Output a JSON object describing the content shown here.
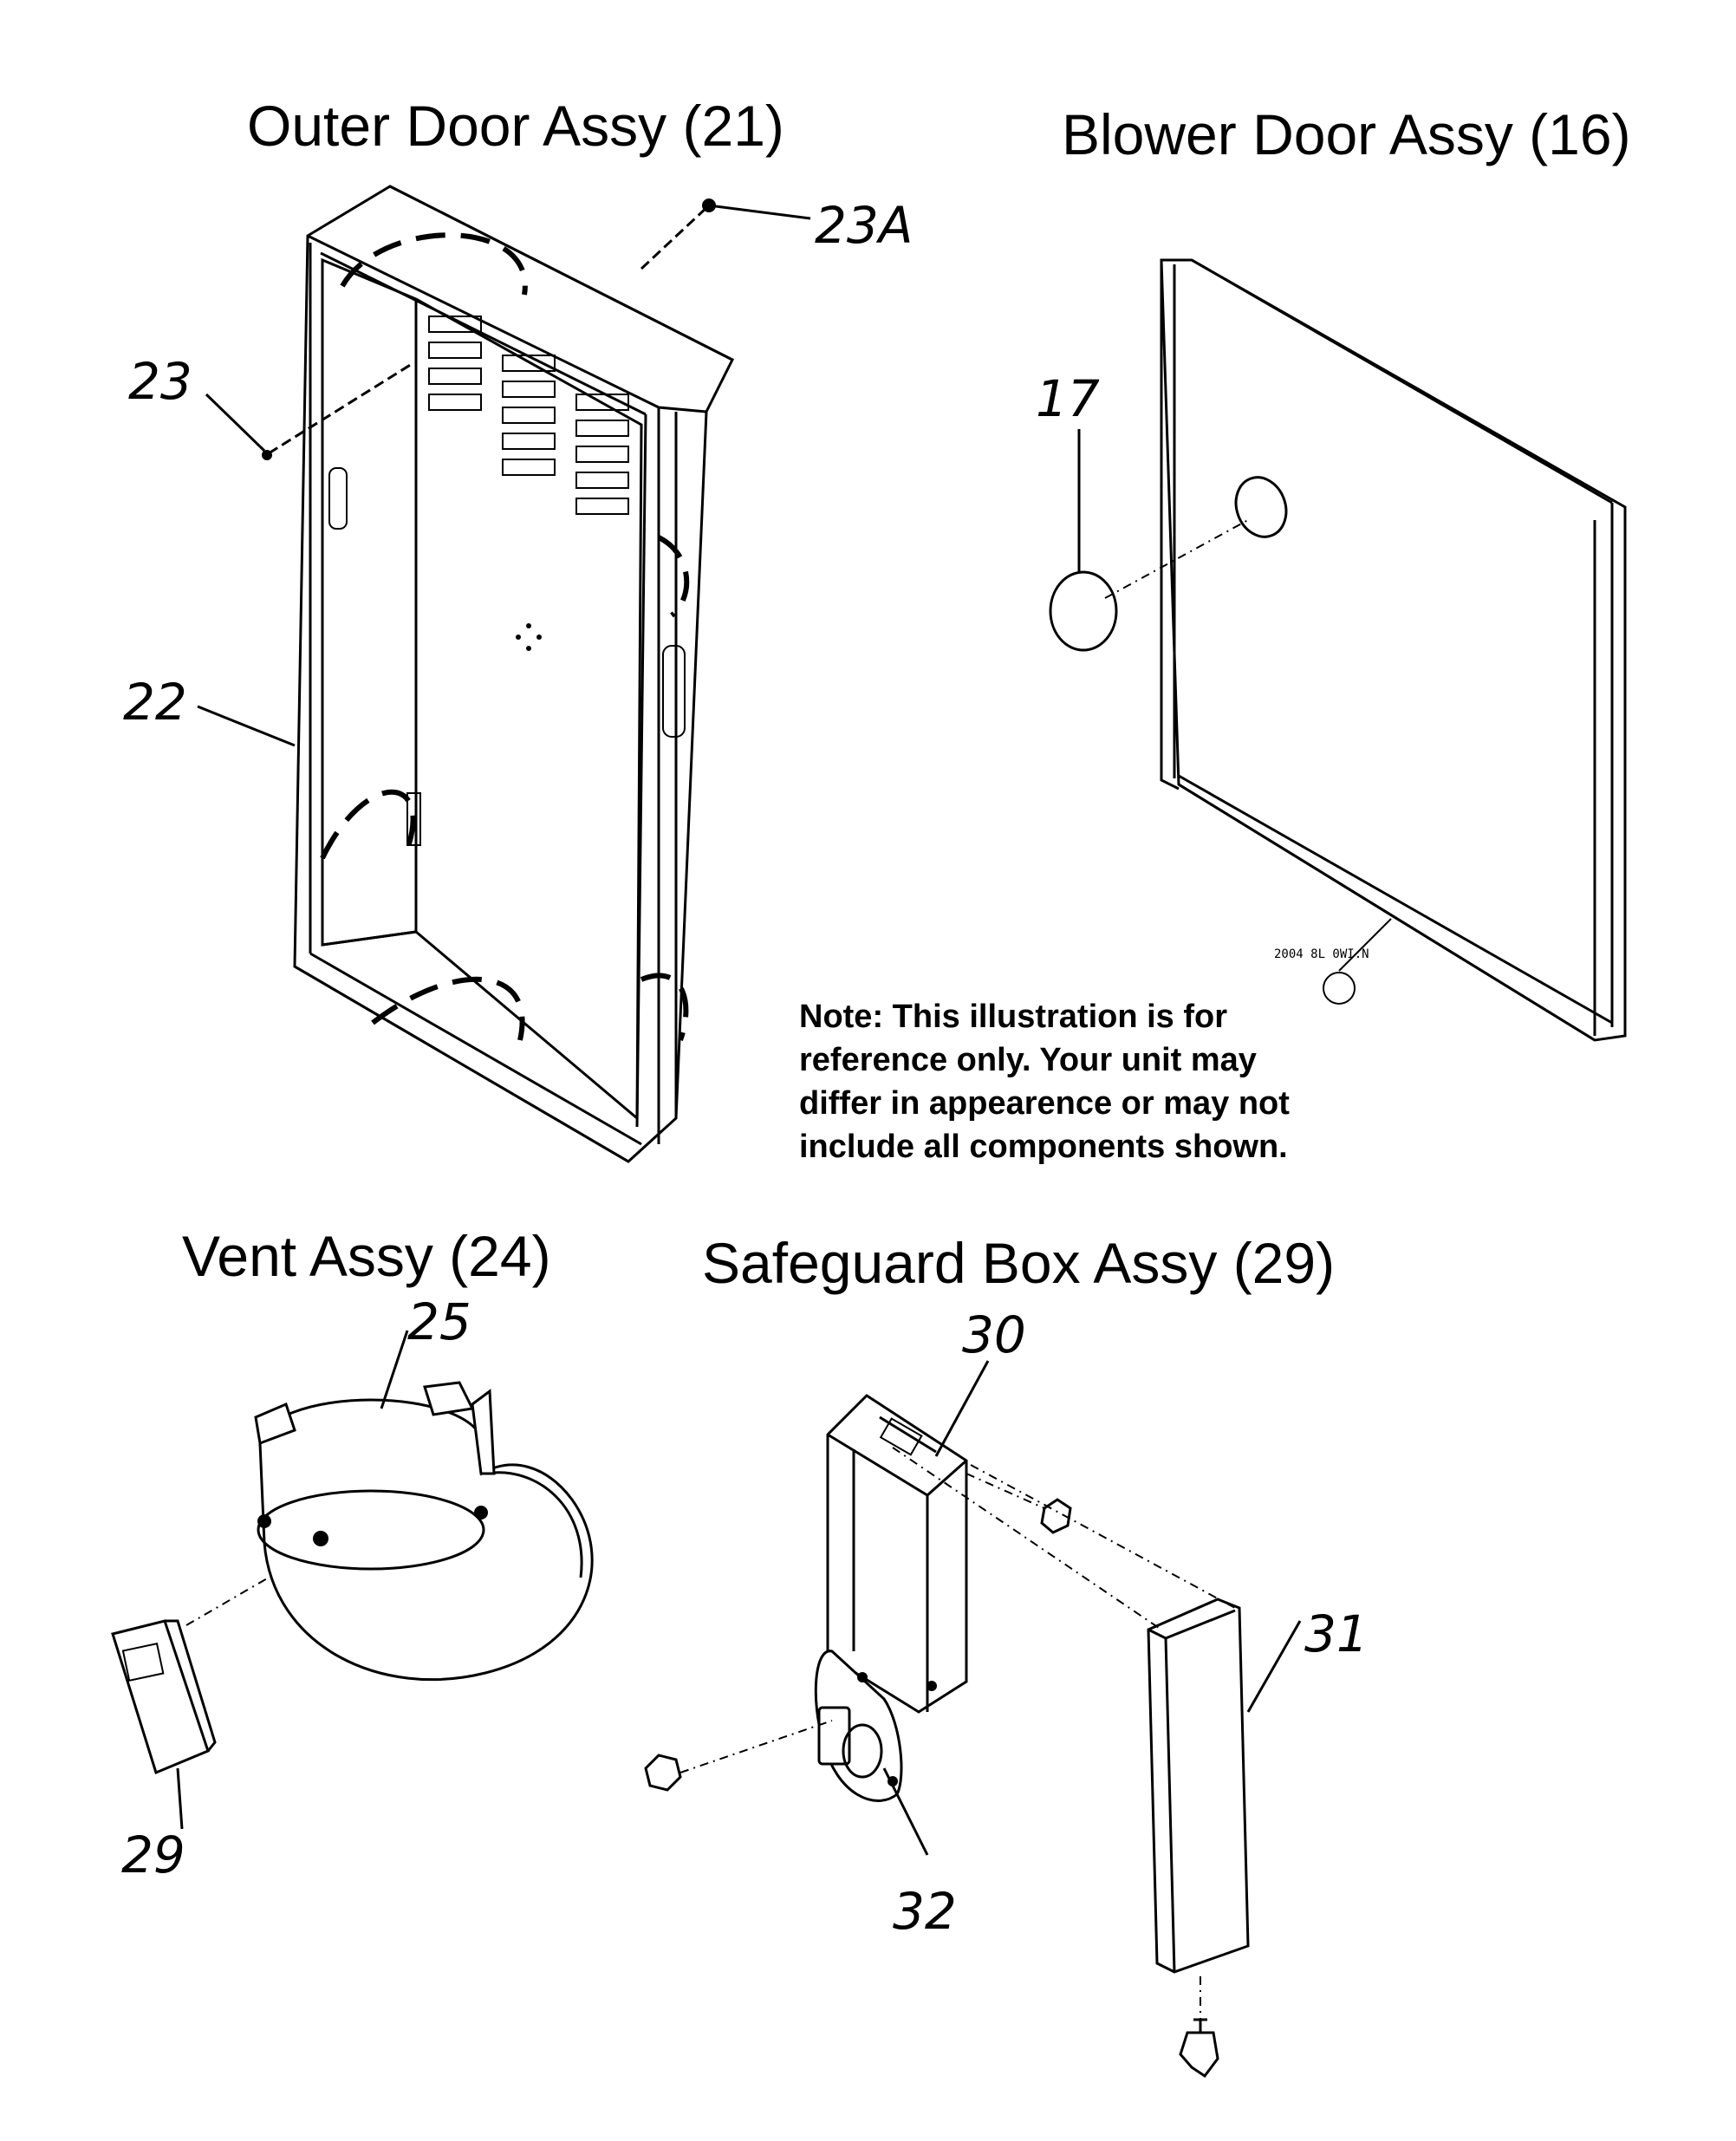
{
  "titles": {
    "outer_door": "Outer Door Assy (21)",
    "blower_door": "Blower Door Assy (16)",
    "vent": "Vent Assy (24)",
    "safeguard": "Safeguard Box Assy (29)"
  },
  "callouts": {
    "c23a": "23A",
    "c23": "23",
    "c22": "22",
    "c17": "17",
    "c25": "25",
    "c29": "29",
    "c30": "30",
    "c31": "31",
    "c32": "32"
  },
  "note": {
    "line1": "Note: This illustration is for",
    "line2": "reference only. Your unit may",
    "line3": "differ in appearence or may not",
    "line4": "include all components shown."
  },
  "label_tag": "2004 8L 0WI.N"
}
